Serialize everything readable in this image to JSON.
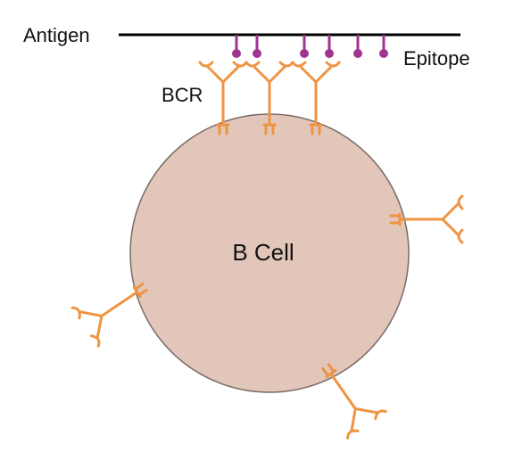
{
  "labels": {
    "antigen": "Antigen",
    "epitope": "Epitope",
    "bcr": "BCR",
    "cell": "B Cell"
  },
  "colors": {
    "antigen_line": "#000000",
    "epitope": "#a0358f",
    "bcr": "#ef9442",
    "cell_fill": "#e2c6ba",
    "cell_stroke": "#7a6a66"
  },
  "counts": {
    "epitopes": 6,
    "bound_bcrs": 3,
    "free_bcrs": 3
  }
}
